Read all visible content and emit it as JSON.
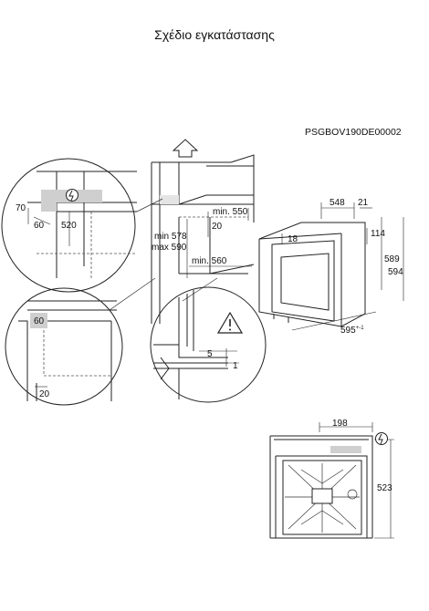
{
  "header": {
    "title": "Σχέδιο εγκατάστασης",
    "code": "PSGBOV190DE00002"
  },
  "detail_top": {
    "d1": "70",
    "d2": "60",
    "d3": "520"
  },
  "detail_left": {
    "d1": "60",
    "d2": "20"
  },
  "cabinet": {
    "min_550": "min. 550",
    "d20": "20",
    "min_578": "min 578",
    "max_590": "max 590",
    "min_560": "min. 560"
  },
  "oven": {
    "d548": "548",
    "d21": "21",
    "d18": "18",
    "d114": "114",
    "d589": "589",
    "d594": "594",
    "d595": "595",
    "d595_sup": "+-1"
  },
  "detail_bottom": {
    "d5": "5",
    "d1": "1"
  },
  "top_view": {
    "d198": "198",
    "d523": "523"
  },
  "colors": {
    "line": "#222222",
    "grey": "#cfcfcf"
  },
  "icons": [
    "arrow-up-icon",
    "power-plug-icon",
    "warning-icon"
  ]
}
